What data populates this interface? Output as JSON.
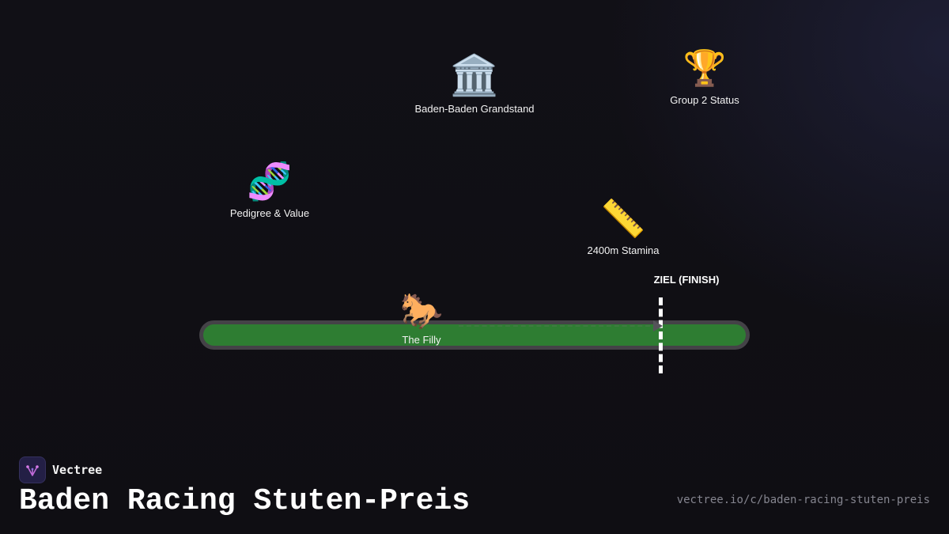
{
  "diagram": {
    "finish_label": "ZIEL (FINISH)",
    "nodes": {
      "grandstand": {
        "label": "Baden-Baden Grandstand",
        "icon": "🏛️",
        "icon_name": "building-icon"
      },
      "group2": {
        "label": "Group 2 Status",
        "icon": "🏆",
        "icon_name": "trophy-icon"
      },
      "pedigree": {
        "label": "Pedigree & Value",
        "icon": "🧬",
        "icon_name": "dna-icon"
      },
      "stamina": {
        "label": "2400m Stamina",
        "icon": "📏",
        "icon_name": "ruler-icon"
      },
      "filly": {
        "label": "The Filly",
        "icon": "🐎",
        "icon_name": "horse-icon"
      }
    },
    "colors": {
      "track": "#2e7d32",
      "track_border": "#444247",
      "finish_line": "#ffffff",
      "background": "#111016"
    }
  },
  "footer": {
    "brand": "Vectree",
    "title": "Baden Racing Stuten-Preis",
    "url": "vectree.io/c/baden-racing-stuten-preis"
  }
}
